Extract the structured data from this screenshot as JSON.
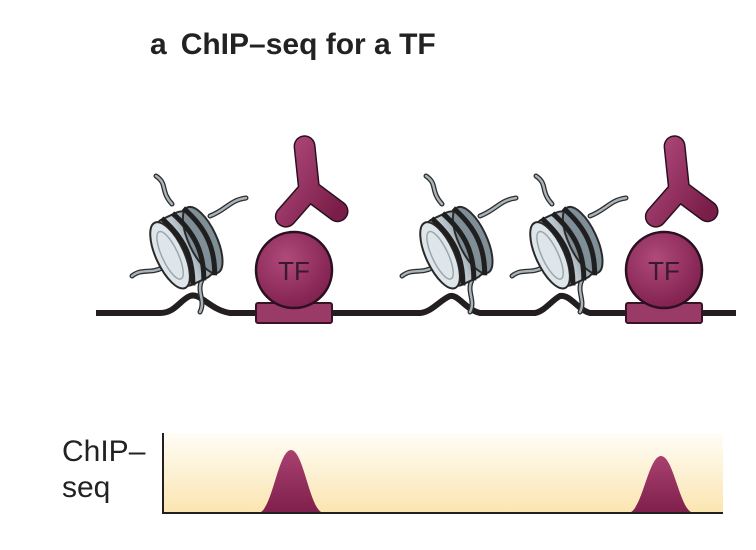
{
  "figure": {
    "panel_letter": "a",
    "title": "ChIP–seq for a TF"
  },
  "diagram": {
    "tf_labels": [
      "TF",
      "TF"
    ],
    "colors": {
      "dna": "#231f20",
      "tf_protein": "#8f2b5b",
      "antibody": "#8f2b5b",
      "nucleosome": "#b9c3c9",
      "peak_fill": "#8f2b5b",
      "track_bg_top": "#fffdf7",
      "track_bg_bottom": "#fbe7b8"
    }
  },
  "track": {
    "label_line1": "ChIP–",
    "label_line2": "seq"
  }
}
